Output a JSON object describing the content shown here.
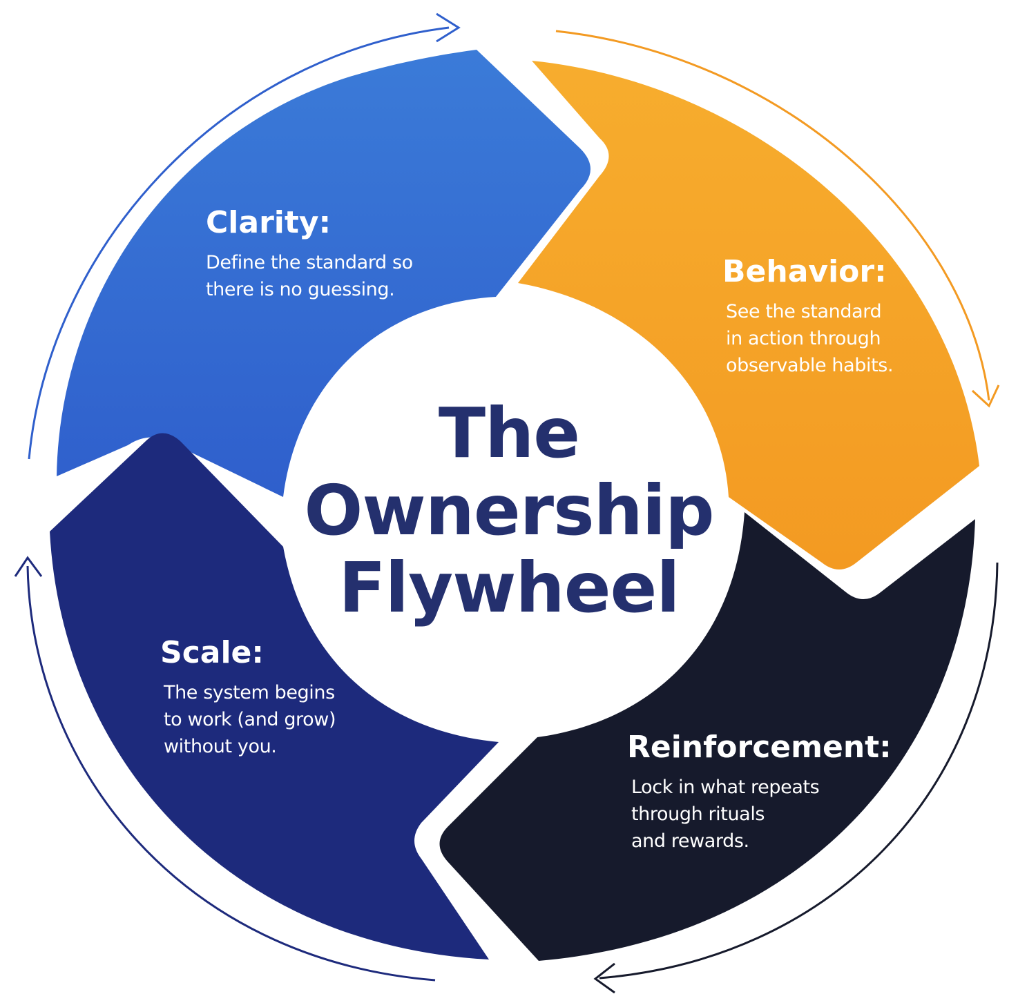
{
  "title_lines": [
    "The",
    "Ownership",
    "Flywheel"
  ],
  "segments": [
    {
      "id": "clarity",
      "heading": "Clarity:",
      "lines": [
        "Define the standard so",
        "there is no guessing."
      ],
      "color": "#2f5fcc",
      "color_light": "#3b7bd8"
    },
    {
      "id": "behavior",
      "heading": "Behavior:",
      "lines": [
        "See the standard",
        "in action through",
        "observable habits."
      ],
      "color": "#f39a22",
      "color_light": "#f7ad2e"
    },
    {
      "id": "reinforcement",
      "heading": "Reinforcement:",
      "lines": [
        "Lock in what repeats",
        "through rituals",
        "and rewards."
      ],
      "color": "#161a2c",
      "color_light": "#1d2236"
    },
    {
      "id": "scale",
      "heading": "Scale:",
      "lines": [
        "The system begins",
        "to work (and grow)",
        "without you."
      ],
      "color": "#1d2a7c",
      "color_light": "#23368f"
    }
  ],
  "outer_arrow_colors": [
    "#2f5fcc",
    "#f39a22",
    "#161a2c",
    "#1d2a7c"
  ],
  "icons": [
    "arrow-head-icon"
  ]
}
